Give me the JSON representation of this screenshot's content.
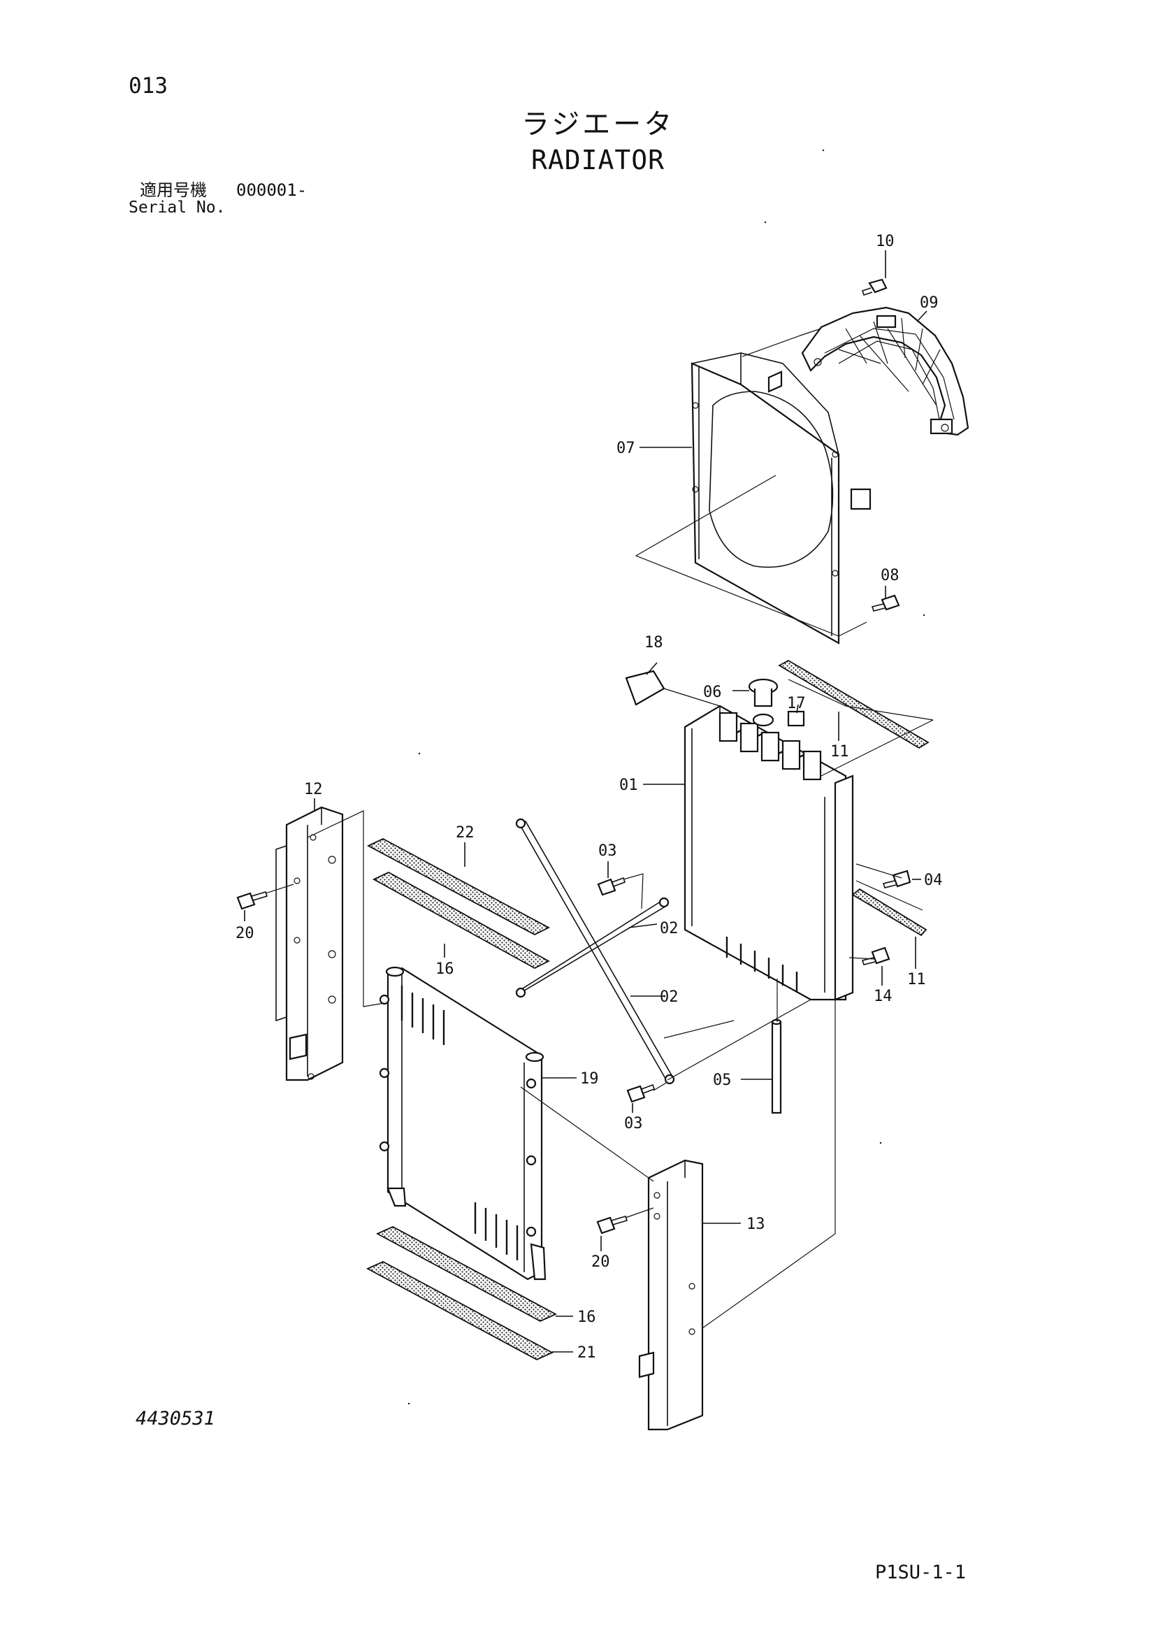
{
  "page_number": "013",
  "title_jp": "ラジエータ",
  "title_en": "RADIATOR",
  "serial": {
    "label_jp": "適用号機",
    "value": "000001-",
    "label_en": "Serial No."
  },
  "drawing_number": "4430531",
  "sheet_code": "P1SU-1-1",
  "callouts": {
    "c10": "10",
    "c09": "09",
    "c07": "07",
    "c08": "08",
    "c18": "18",
    "c06": "06",
    "c17": "17",
    "c11a": "11",
    "c01": "01",
    "c12": "12",
    "c22": "22",
    "c03a": "03",
    "c04": "04",
    "c02a": "02",
    "c20a": "20",
    "c16a": "16",
    "c11b": "11",
    "c14": "14",
    "c02b": "02",
    "c19": "19",
    "c05": "05",
    "c03b": "03",
    "c13": "13",
    "c20b": "20",
    "c16b": "16",
    "c21": "21"
  }
}
